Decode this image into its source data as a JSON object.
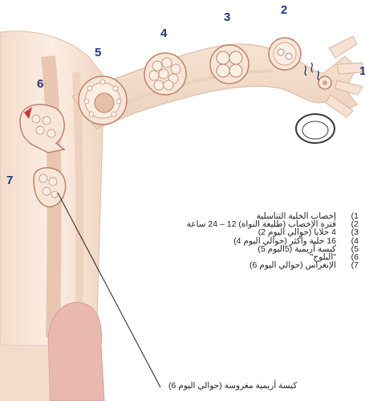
{
  "diagram": {
    "stage_numbers": [
      "1",
      "2",
      "3",
      "4",
      "5",
      "6",
      "7"
    ],
    "legend": [
      {
        "num": "(1",
        "text": "إخصاب الخلية التناسلية"
      },
      {
        "num": "(2",
        "text": "فترة الإخصاب (طليعة النواة) 12 – 24 ساعة"
      },
      {
        "num": "(3",
        "text": "4 خلايا (حوالي اليوم 2)"
      },
      {
        "num": "(4",
        "text": "16 خلية وأكثر (حوالي اليوم 4)"
      },
      {
        "num": "(5",
        "text": "كيسة أريمية (5اليوم 5)"
      },
      {
        "num": "(6",
        "text": "\"البلوج\""
      },
      {
        "num": "(7",
        "text": "الإنغراس (حوالي اليوم 6)"
      }
    ],
    "caption": "كيسة أريمية مغروسة (حوالي اليوم 6)"
  },
  "colors": {
    "label_blue": "#21367a",
    "tissue_fill": "#f2d9c6",
    "tissue_dark": "#e2b9a6",
    "cell_stroke": "#c0806a",
    "cell_fill": "#f7e6d7"
  }
}
